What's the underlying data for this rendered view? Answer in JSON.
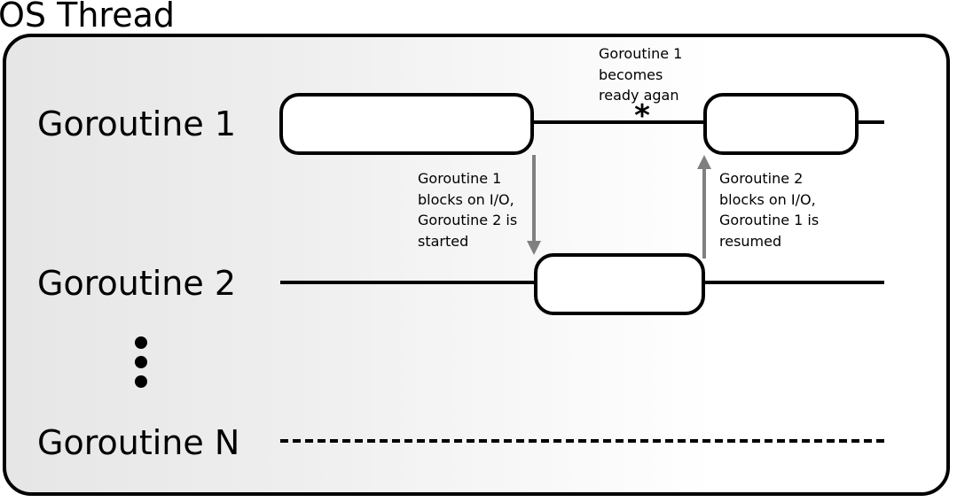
{
  "container": {
    "title": "OS Thread"
  },
  "rows": [
    {
      "label": "Goroutine 1"
    },
    {
      "label": "Goroutine 2"
    },
    {
      "label": "Goroutine N"
    }
  ],
  "annotations": {
    "ready_note": "Goroutine 1\nbecomes\nready agan",
    "ready_marker": "*",
    "switch_to_2": "Goroutine 1\nblocks on I/O,\nGoroutine 2 is\nstarted",
    "switch_to_1": "Goroutine 2\nblocks on I/O,\nGoroutine 1 is\nresumed"
  },
  "colors": {
    "line": "#000000",
    "arrow": "#808080",
    "box_fill": "#ffffff"
  }
}
